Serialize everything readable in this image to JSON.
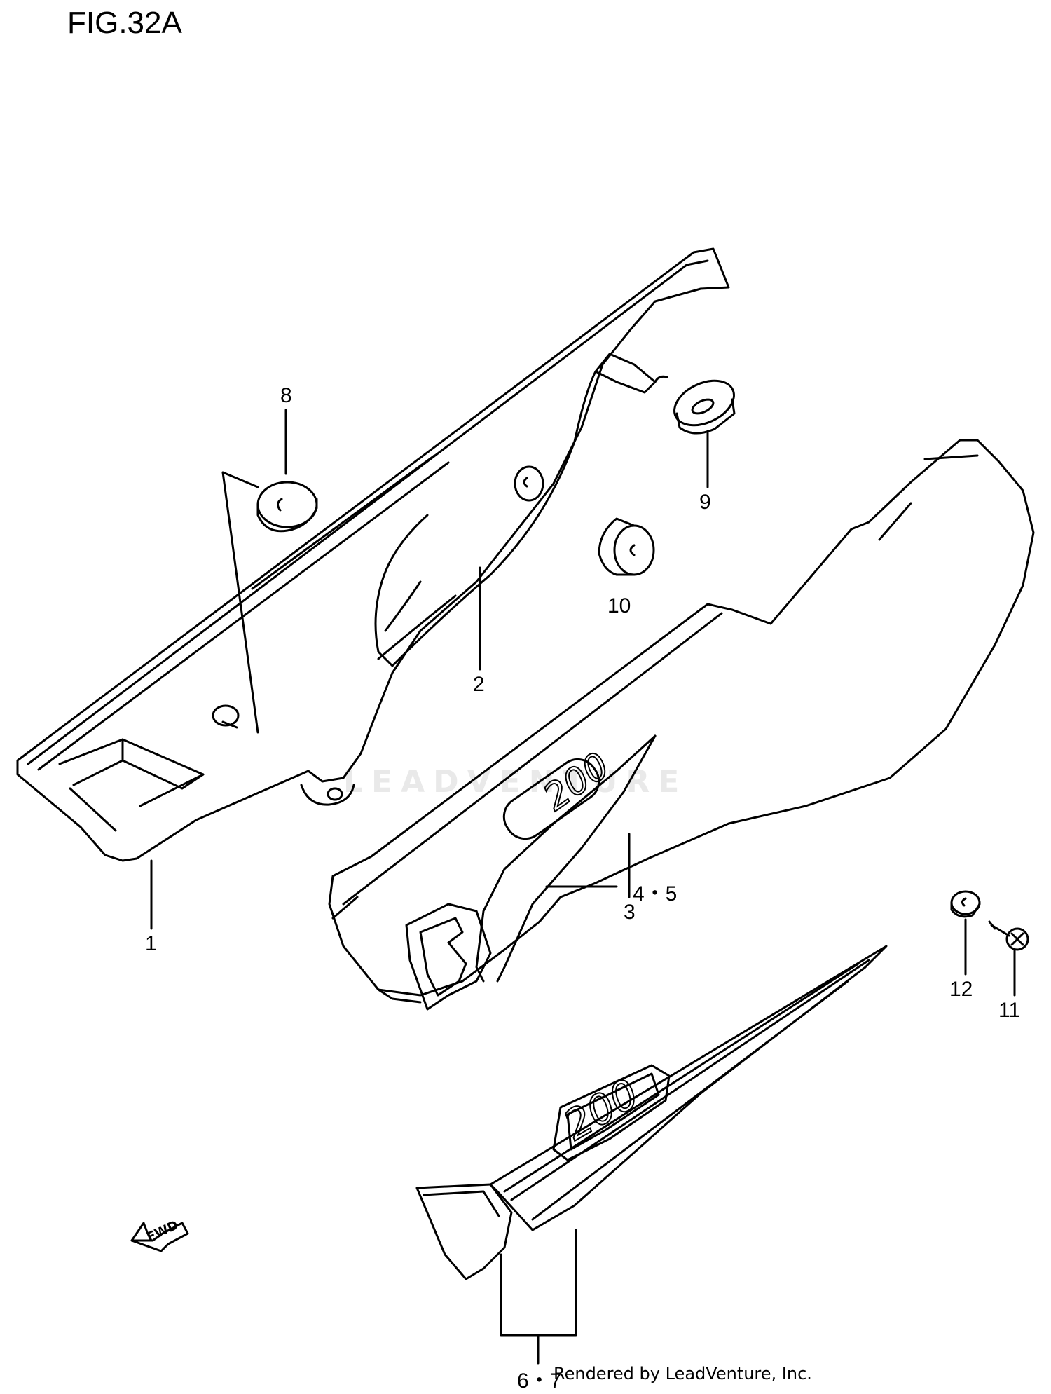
{
  "figure_title": "FIG.32A",
  "callouts": {
    "p1": "1",
    "p2": "2",
    "p3": "3",
    "p45": "4・5",
    "p67": "6・7",
    "p8": "8",
    "p9": "9",
    "p10": "10",
    "p11": "11",
    "p12": "12"
  },
  "decal_text": "200",
  "arrow_label": "FWD",
  "watermark": "LEADVENTURE",
  "footer": "Rendered by LeadVenture, Inc."
}
